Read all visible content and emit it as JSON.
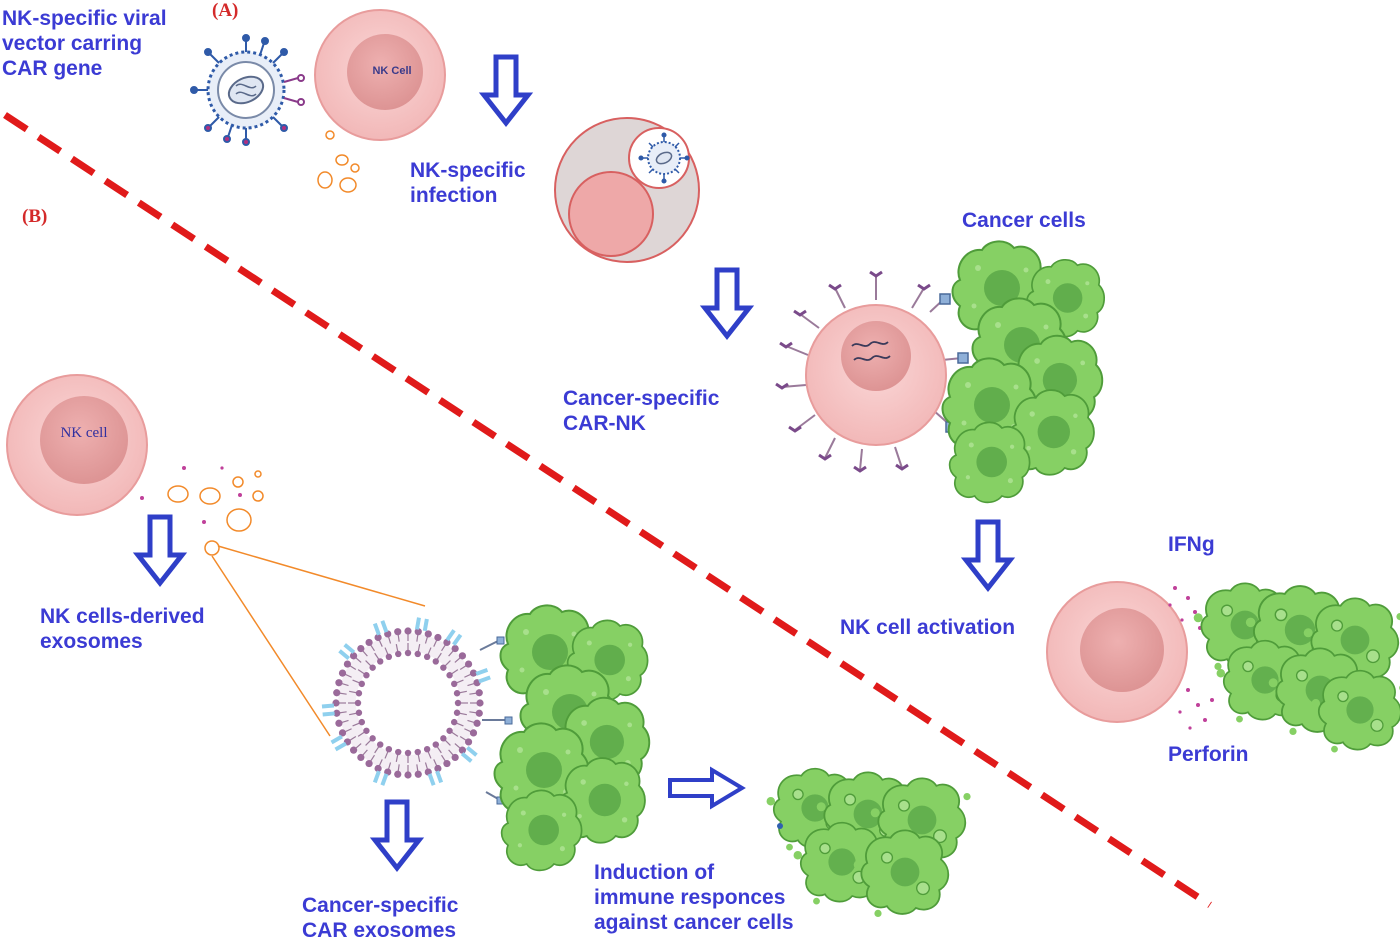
{
  "panels": {
    "a_tag": "(A)",
    "b_tag": "(B)"
  },
  "labels": {
    "viral_vector": "NK-specific viral\nvector carring\nCAR gene",
    "nk_specific_infection": "NK-specific\ninfection",
    "cancer_cells": "Cancer cells",
    "cancer_specific_car_nk": "Cancer-specific\nCAR-NK",
    "nk_cell_activation": "NK cell activation",
    "ifng": "IFNg",
    "perforin": "Perforin",
    "nk_cells_derived_exosomes": "NK cells-derived\nexosomes",
    "cancer_specific_car_exosomes": "Cancer-specific\nCAR exosomes",
    "induction_of_immune_responses": "Induction of\nimmune responces\nagainst cancer cells"
  },
  "cell_labels": {
    "nk_cell_top": "NK Cell",
    "nk_cell_left": "NK cell"
  },
  "colors": {
    "label_blue": "#3b3bd4",
    "arrow_blue": "#2f3fc8",
    "divider_red": "#e01a1a",
    "nk_cell_outer": "#f6c4c4",
    "nk_cell_nucleus": "#e8a0a0",
    "cancer_cell_green": "#7fcf5f",
    "exosome_orange": "#f28a2a",
    "membrane_purple": "#8a5a8a",
    "receptor_cyan": "#8fd0ee"
  }
}
